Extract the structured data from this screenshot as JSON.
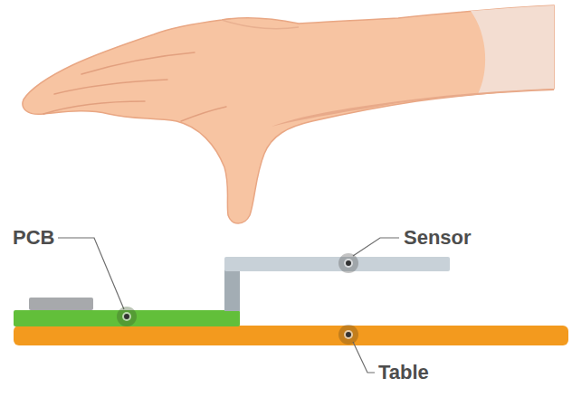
{
  "diagram": {
    "labels": [
      "PCB",
      "Sensor",
      "Table"
    ]
  }
}
